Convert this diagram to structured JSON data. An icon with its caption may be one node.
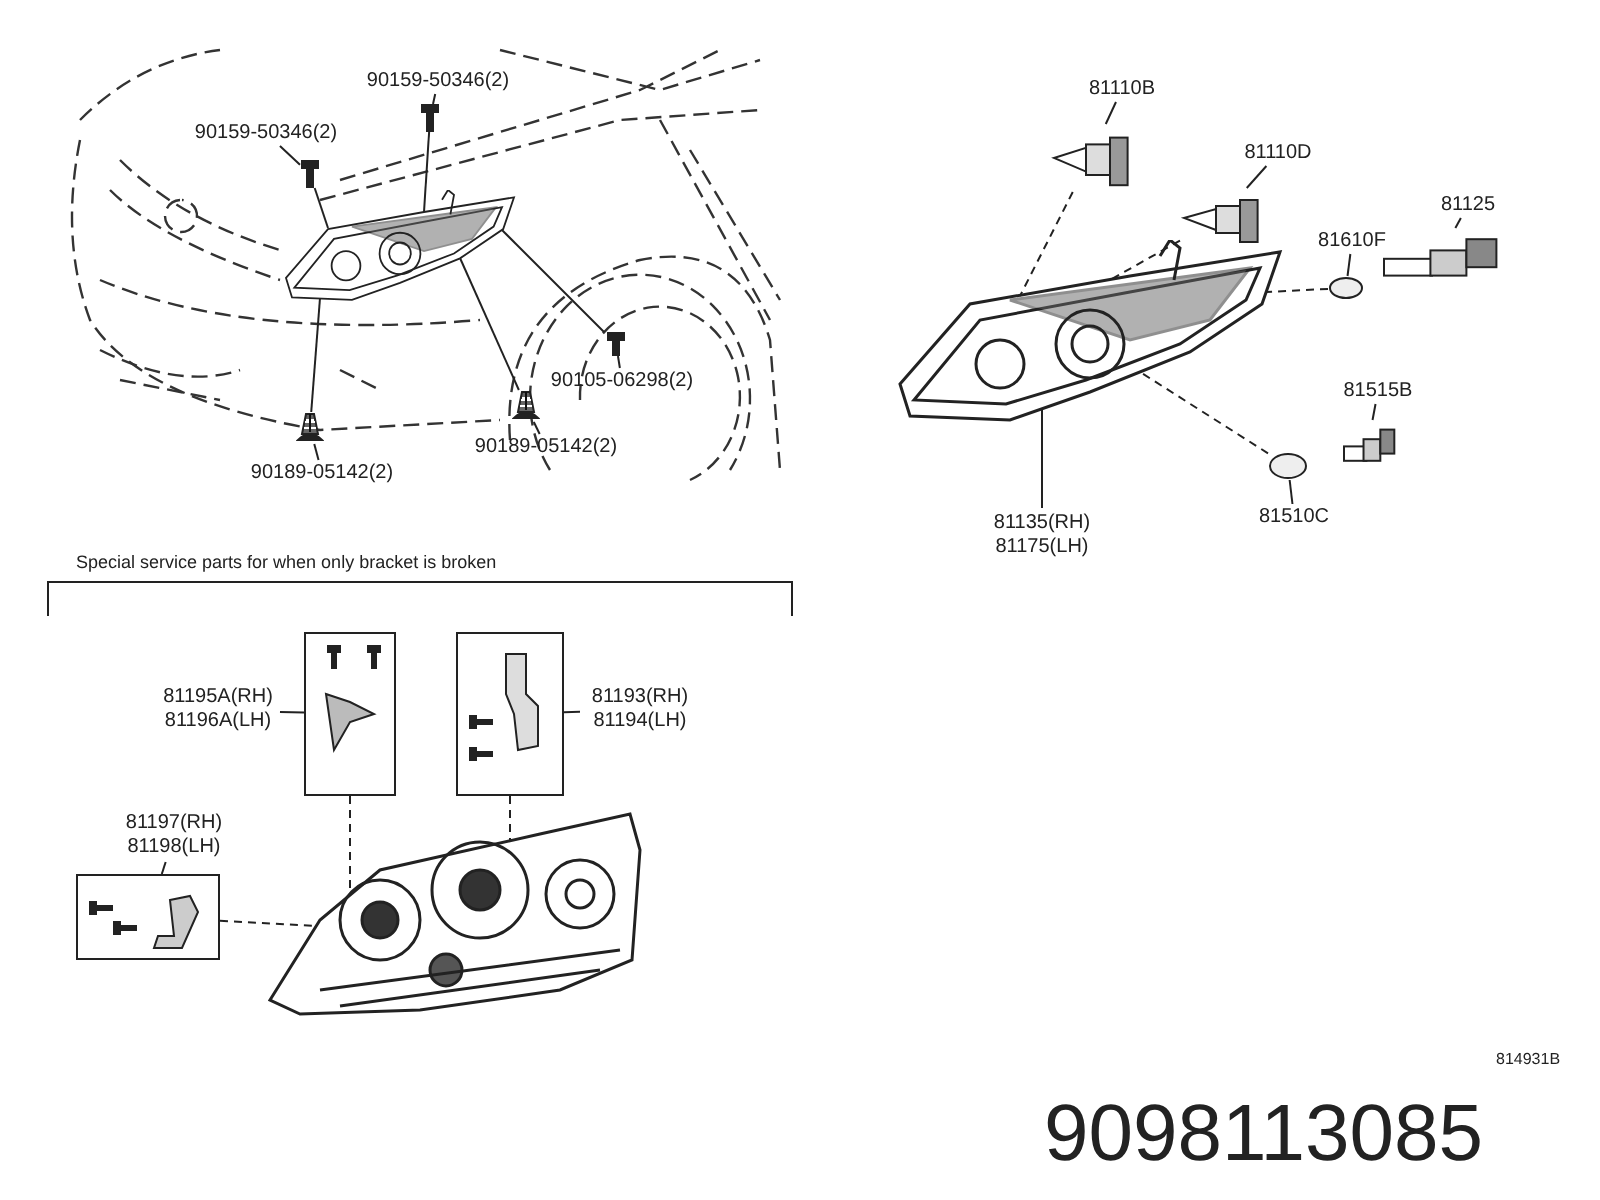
{
  "diagram": {
    "nodes": [
      {
        "text": [
          "90159-50346(2)"
        ]
      },
      {
        "text": [],
        "shape": "picture"
      },
      {
        "text": [
          "90159-50346(2)"
        ]
      },
      {
        "text": [],
        "shape": "picture"
      },
      {
        "text": [],
        "shape": "picture"
      },
      {
        "text": [
          "90105-06298(2)"
        ]
      },
      {
        "text": [],
        "shape": "picture"
      },
      {
        "text": [
          "90189-05142(2)"
        ]
      },
      {
        "text": [],
        "shape": "picture"
      },
      {
        "text": [
          "90189-05142(2)"
        ]
      },
      {
        "text": [],
        "shape": "picture"
      },
      {
        "text": [
          "81110B"
        ]
      },
      {
        "text": [],
        "shape": "picture"
      },
      {
        "text": [
          "81110D"
        ]
      },
      {
        "text": [],
        "shape": "picture"
      },
      {
        "text": [
          "81125"
        ]
      },
      {
        "text": [],
        "shape": "picture"
      },
      {
        "text": [
          "81610F"
        ]
      },
      {
        "text": [],
        "shape": "circle"
      },
      {
        "text": [],
        "shape": "picture"
      },
      {
        "text": [
          "81515B"
        ]
      },
      {
        "text": [],
        "shape": "picture"
      },
      {
        "text": [
          "81510C"
        ]
      },
      {
        "text": [],
        "shape": "circle"
      },
      {
        "text": [
          "81135(RH)",
          "81175(LH)"
        ]
      },
      {
        "text": [
          "81195A(RH)",
          "81196A(LH)"
        ]
      },
      {
        "text": [],
        "shape": "box"
      },
      {
        "text": [
          "81193(RH)",
          "81194(LH)"
        ]
      },
      {
        "text": [],
        "shape": "box"
      },
      {
        "text": [
          "81197(RH)",
          "81198(LH)"
        ]
      },
      {
        "text": [],
        "shape": "box"
      },
      {
        "text": [],
        "shape": "picture"
      }
    ],
    "edges": [
      {
        "from": 0,
        "to": 1,
        "arrow": "none"
      },
      {
        "from": 1,
        "to": 4,
        "arrow": "none"
      },
      {
        "from": 2,
        "to": 3,
        "arrow": "none"
      },
      {
        "from": 3,
        "to": 4,
        "arrow": "none"
      },
      {
        "from": 5,
        "to": 6,
        "arrow": "none"
      },
      {
        "from": 6,
        "to": 4,
        "arrow": "none"
      },
      {
        "from": 7,
        "to": 8,
        "arrow": "none"
      },
      {
        "from": 8,
        "to": 4,
        "arrow": "none"
      },
      {
        "from": 9,
        "to": 10,
        "arrow": "none"
      },
      {
        "from": 10,
        "to": 4,
        "arrow": "none"
      },
      {
        "from": 11,
        "to": 12,
        "arrow": "none"
      },
      {
        "from": 12,
        "to": 19,
        "arrow": "none",
        "style": "dashed"
      },
      {
        "from": 13,
        "to": 14,
        "arrow": "none"
      },
      {
        "from": 14,
        "to": 19,
        "arrow": "none",
        "style": "dashed"
      },
      {
        "from": 15,
        "to": 16,
        "arrow": "none"
      },
      {
        "from": 17,
        "to": 18,
        "arrow": "none"
      },
      {
        "from": 18,
        "to": 19,
        "arrow": "none",
        "style": "dashed"
      },
      {
        "from": 20,
        "to": 21,
        "arrow": "none"
      },
      {
        "from": 22,
        "to": 23,
        "arrow": "none"
      },
      {
        "from": 23,
        "to": 19,
        "arrow": "none",
        "style": "dashed"
      },
      {
        "from": 24,
        "to": 19,
        "arrow": "none"
      },
      {
        "from": 25,
        "to": 26,
        "arrow": "none"
      },
      {
        "from": 27,
        "to": 28,
        "arrow": "none"
      },
      {
        "from": 29,
        "to": 30,
        "arrow": "none"
      },
      {
        "from": 26,
        "to": 31,
        "arrow": "none",
        "style": "dashed"
      },
      {
        "from": 28,
        "to": 31,
        "arrow": "none",
        "style": "dashed"
      },
      {
        "from": 30,
        "to": 31,
        "arrow": "none",
        "style": "dashed"
      }
    ],
    "labels": [
      "Special service parts for when only bracket is broken",
      "814931B",
      "9098113085"
    ]
  }
}
